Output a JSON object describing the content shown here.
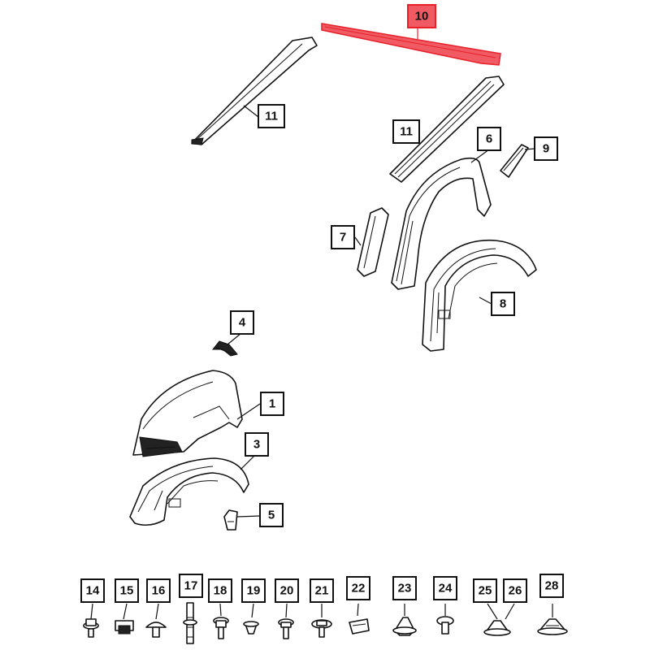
{
  "callouts": [
    {
      "id": "c1",
      "label": "1",
      "highlight": false
    },
    {
      "id": "c3",
      "label": "3",
      "highlight": false
    },
    {
      "id": "c4",
      "label": "4",
      "highlight": false
    },
    {
      "id": "c5",
      "label": "5",
      "highlight": false
    },
    {
      "id": "c6",
      "label": "6",
      "highlight": false
    },
    {
      "id": "c7",
      "label": "7",
      "highlight": false
    },
    {
      "id": "c8",
      "label": "8",
      "highlight": false
    },
    {
      "id": "c9",
      "label": "9",
      "highlight": false
    },
    {
      "id": "c10",
      "label": "10",
      "highlight": true
    },
    {
      "id": "c11a",
      "label": "11",
      "highlight": false
    },
    {
      "id": "c11b",
      "label": "11",
      "highlight": false
    }
  ],
  "fasteners": [
    {
      "label": "14"
    },
    {
      "label": "15"
    },
    {
      "label": "16"
    },
    {
      "label": "17"
    },
    {
      "label": "18"
    },
    {
      "label": "19"
    },
    {
      "label": "20"
    },
    {
      "label": "21"
    },
    {
      "label": "22"
    },
    {
      "label": "23"
    },
    {
      "label": "24"
    },
    {
      "label": "25"
    },
    {
      "label": "26"
    },
    {
      "label": "28"
    }
  ],
  "colors": {
    "highlight": "#e8202a",
    "highlight_fill": "#f05a62",
    "line": "#111111"
  }
}
